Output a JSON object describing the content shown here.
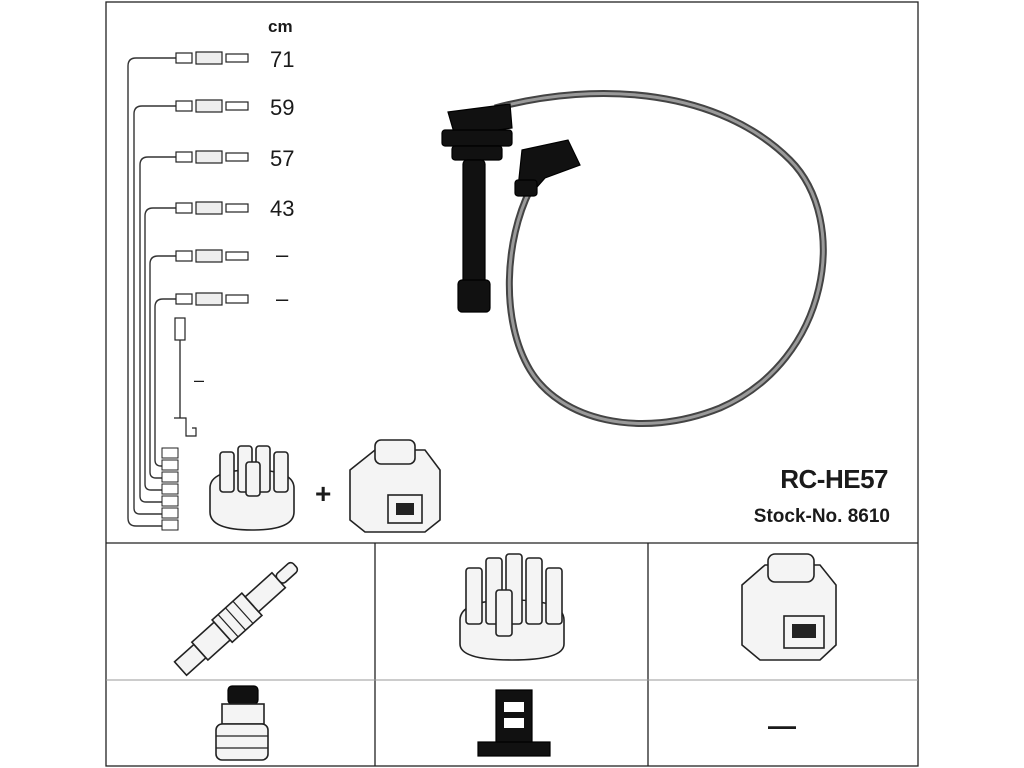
{
  "header": {
    "unit": "cm",
    "lengths": [
      "71",
      "59",
      "57",
      "43",
      "–",
      "–"
    ],
    "coil_lead_length": "–"
  },
  "product": {
    "part_number": "RC-HE57",
    "stock_label": "Stock-No. 8610",
    "plus_sign": "+"
  },
  "components": {
    "spark_plug_icon": "spark-plug-icon",
    "distributor_cap_icon": "distributor-cap-icon",
    "ignition_coil_icon": "ignition-coil-icon",
    "plug_connector_icon": "plug-connector-icon",
    "distributor_terminal_icon": "distributor-terminal-icon",
    "coil_connector_value": "—"
  },
  "colors": {
    "line": "#222222",
    "cable": "#555555",
    "background": "#ffffff"
  }
}
